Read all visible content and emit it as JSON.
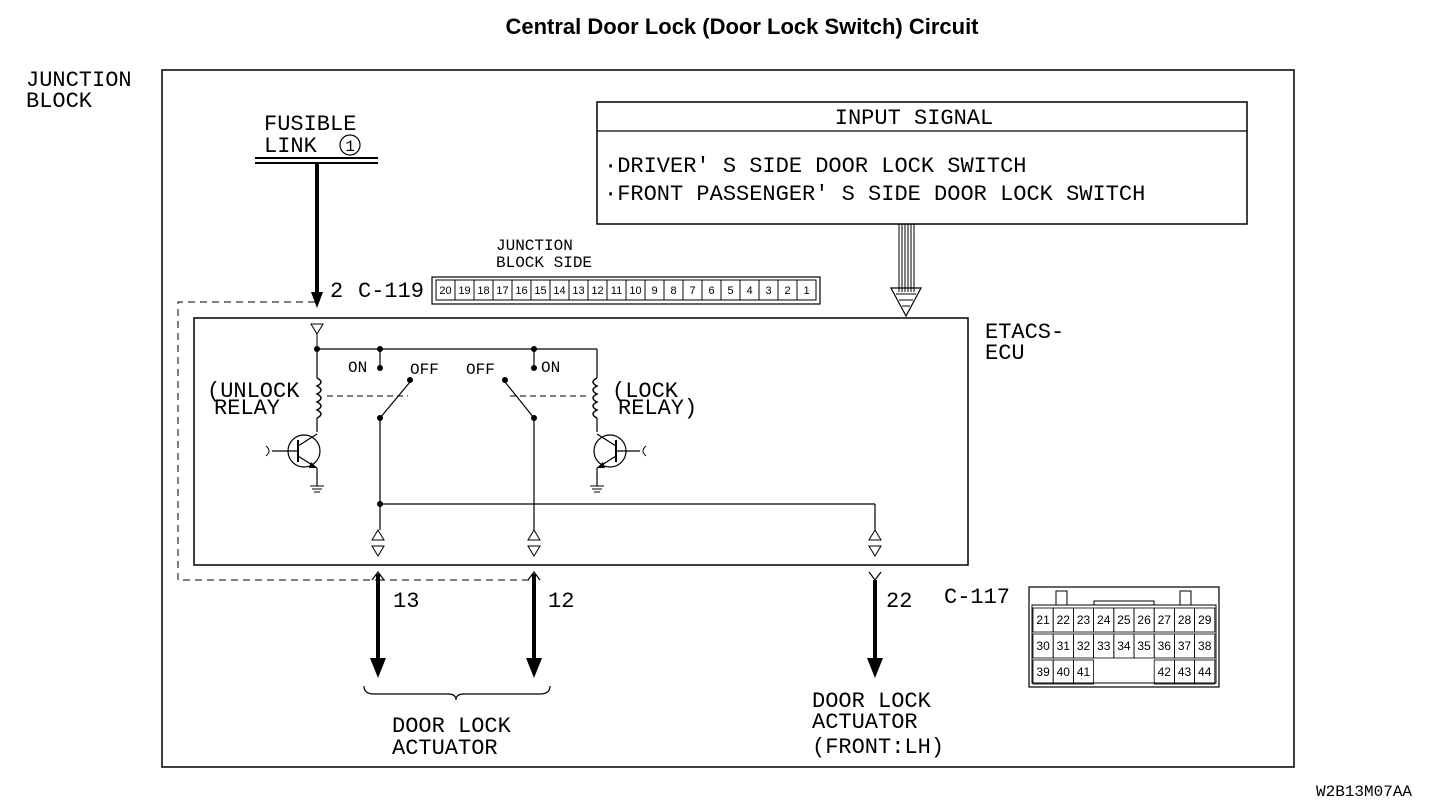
{
  "title": "Central Door Lock (Door Lock Switch) Circuit",
  "junction_block": {
    "line1": "JUNCTION",
    "line2": "BLOCK"
  },
  "fusible_link": {
    "line1": "FUSIBLE",
    "line2": "LINK",
    "number": "1"
  },
  "input_signal": {
    "header": "INPUT SIGNAL",
    "items": [
      "·DRIVER' S SIDE DOOR LOCK SWITCH",
      "·FRONT PASSENGER' S SIDE DOOR LOCK SWITCH"
    ]
  },
  "connector_c119": {
    "pin": "2",
    "name": "C-119",
    "side_label_1": "JUNCTION",
    "side_label_2": "BLOCK SIDE",
    "pins": [
      "20",
      "19",
      "18",
      "17",
      "16",
      "15",
      "14",
      "13",
      "12",
      "11",
      "10",
      "9",
      "8",
      "7",
      "6",
      "5",
      "4",
      "3",
      "2",
      "1"
    ]
  },
  "ecu": {
    "line1": "ETACS-",
    "line2": "ECU"
  },
  "unlock_relay": {
    "line1": "(UNLOCK",
    "line2": "RELAY"
  },
  "lock_relay": {
    "line1": "(LOCK",
    "line2": "RELAY)"
  },
  "switch_labels": {
    "on_left": "ON",
    "off_left": "OFF",
    "off_right": "OFF",
    "on_right": "ON"
  },
  "output_pins": {
    "p13": "13",
    "p12": "12",
    "p22": "22"
  },
  "connector_c117": {
    "name": "C-117",
    "row1": [
      "21",
      "22",
      "23",
      "24",
      "25",
      "26",
      "27",
      "28",
      "29"
    ],
    "row2": [
      "30",
      "31",
      "32",
      "33",
      "34",
      "35",
      "36",
      "37",
      "38"
    ],
    "row3_left": [
      "39",
      "40",
      "41"
    ],
    "row3_right": [
      "42",
      "43",
      "44"
    ]
  },
  "door_lock_actuator": {
    "line1": "DOOR LOCK",
    "line2": "ACTUATOR"
  },
  "door_lock_actuator_front": {
    "line1": "DOOR LOCK",
    "line2": "ACTUATOR",
    "line3": "(FRONT:LH)"
  },
  "figure_code": "W2B13M07AA"
}
